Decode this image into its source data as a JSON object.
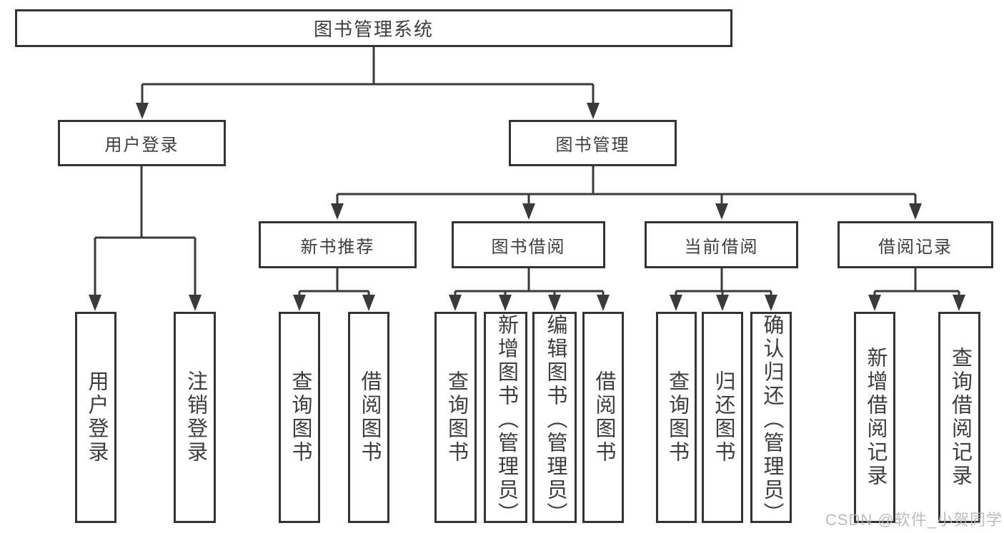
{
  "tree": {
    "label": "图书管理系统",
    "children": [
      {
        "label": "用户登录",
        "children": [
          {
            "label": "用户登录"
          },
          {
            "label": "注销登录"
          }
        ]
      },
      {
        "label": "图书管理",
        "children": [
          {
            "label": "新书推荐",
            "children": [
              {
                "label": "查询图书"
              },
              {
                "label": "借阅图书"
              }
            ]
          },
          {
            "label": "图书借阅",
            "children": [
              {
                "label": "查询图书"
              },
              {
                "label": "新增图书（管理员）"
              },
              {
                "label": "编辑图书（管理员）"
              },
              {
                "label": "借阅图书"
              }
            ]
          },
          {
            "label": "当前借阅",
            "children": [
              {
                "label": "查询图书"
              },
              {
                "label": "归还图书"
              },
              {
                "label": "确认归还（管理员）"
              }
            ]
          },
          {
            "label": "借阅记录",
            "children": [
              {
                "label": "新增借阅记录"
              },
              {
                "label": "查询借阅记录"
              }
            ]
          }
        ]
      }
    ]
  },
  "watermark": {
    "text": "CSDN @软件_小贺同学"
  },
  "colors": {
    "line": "#3a3a3a",
    "border": "#333333",
    "text": "#3d3d3d",
    "watermark": "#b5b5b5",
    "background": "#ffffff"
  }
}
